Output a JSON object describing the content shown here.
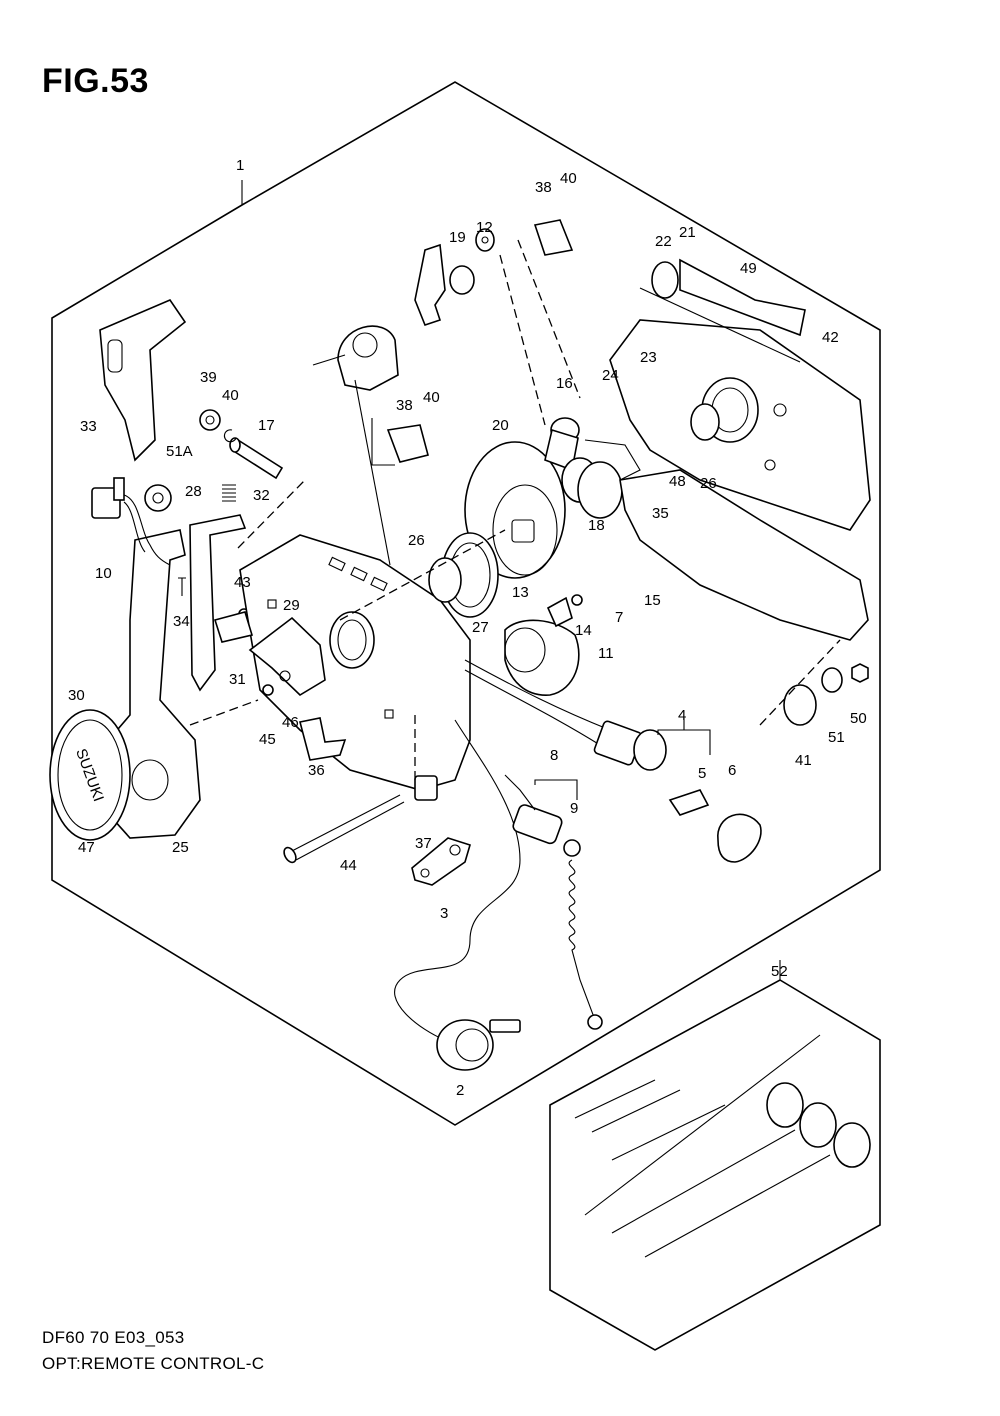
{
  "figure_title": "FIG.53",
  "footer": {
    "code": "DF60 70 E03_053",
    "description": "OPT:REMOTE CONTROL-C"
  },
  "part_labels": [
    "1",
    "2",
    "3",
    "4",
    "5",
    "6",
    "7",
    "8",
    "9",
    "10",
    "11",
    "12",
    "13",
    "14",
    "15",
    "16",
    "17",
    "18",
    "19",
    "20",
    "21",
    "22",
    "23",
    "24",
    "25",
    "26",
    "26",
    "27",
    "28",
    "29",
    "30",
    "31",
    "32",
    "33",
    "34",
    "35",
    "36",
    "37",
    "38",
    "38",
    "39",
    "40",
    "40",
    "40",
    "41",
    "42",
    "43",
    "44",
    "45",
    "46",
    "47",
    "48",
    "49",
    "50",
    "51",
    "51A",
    "52"
  ],
  "brand_mark": "SUZUKI"
}
